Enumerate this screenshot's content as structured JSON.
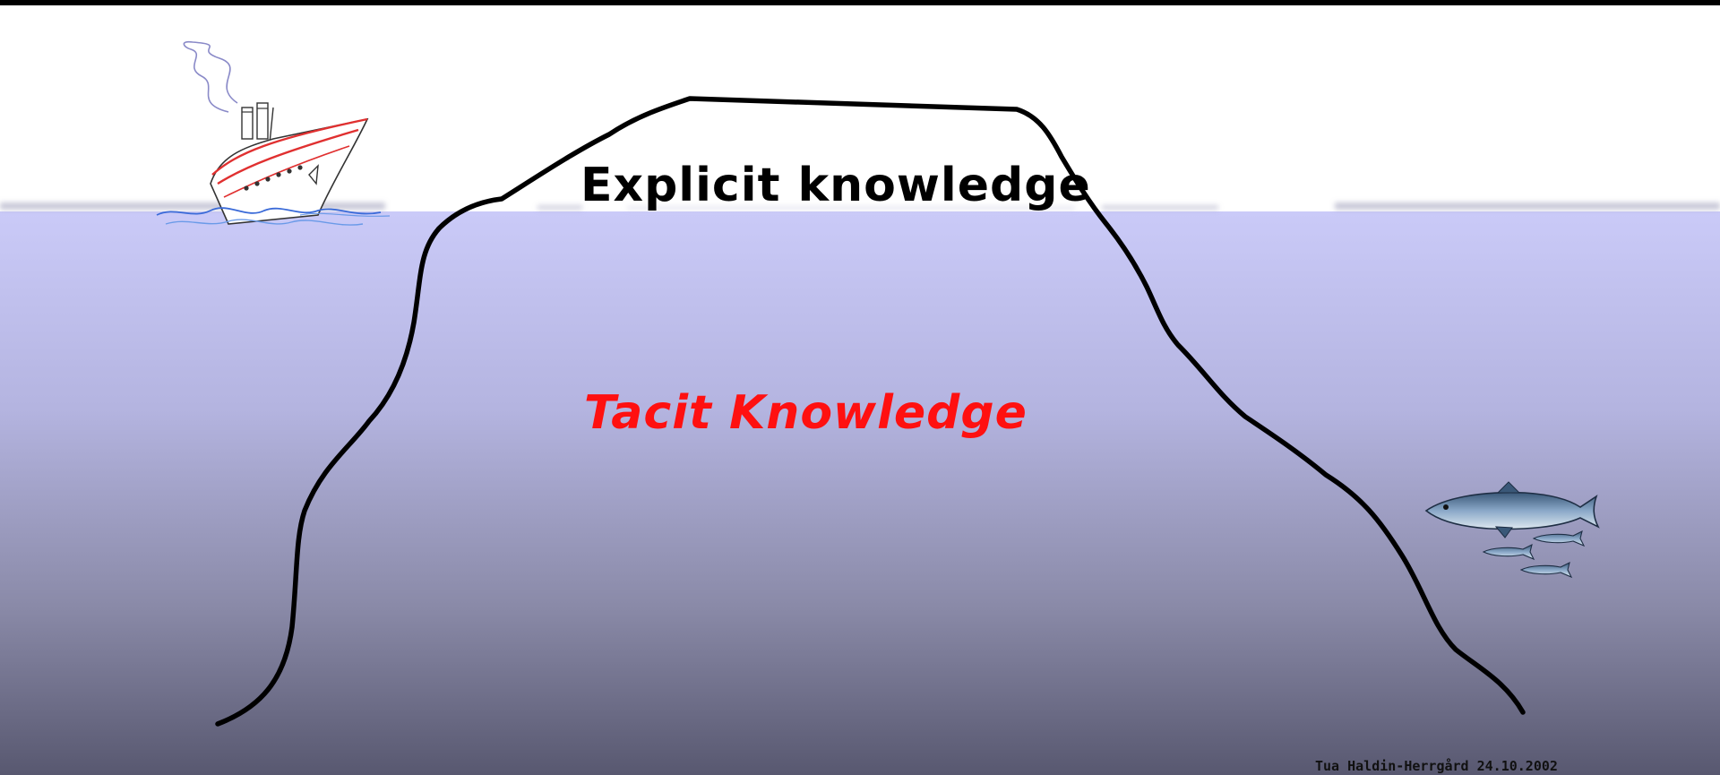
{
  "diagram": {
    "top_label": "Explicit knowledge",
    "bottom_label": "Tacit Knowledge",
    "credit": "Tua Haldin-Herrgård 24.10.2002"
  },
  "colors": {
    "frame": "#000000",
    "sky": "#ffffff",
    "water_top": "#c8c8f8",
    "water_bottom": "#5a5a74",
    "iceberg_outline": "#000000",
    "explicit_text": "#000000",
    "tacit_text": "#ff1010"
  },
  "icons": {
    "ship": "steamship-icon",
    "fish": "fish-school-icon"
  }
}
